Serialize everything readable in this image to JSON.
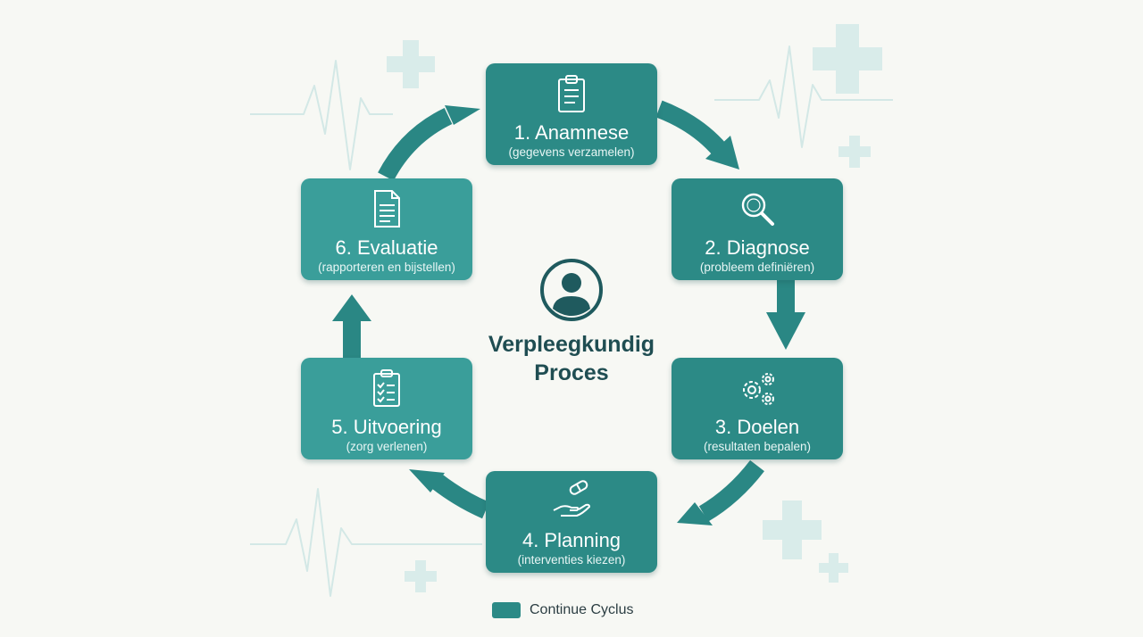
{
  "center": {
    "title_line1": "Verpleegkundig",
    "title_line2": "Proces",
    "icon": "person-circle-icon"
  },
  "steps": [
    {
      "title": "1. Anamnese",
      "subtitle": "(gegevens verzamelen)",
      "icon": "clipboard-icon"
    },
    {
      "title": "2. Diagnose",
      "subtitle": "(probleem definiëren)",
      "icon": "magnifier-icon"
    },
    {
      "title": "3. Doelen",
      "subtitle": "(resultaten bepalen)",
      "icon": "gears-icon"
    },
    {
      "title": "4. Planning",
      "subtitle": "(interventies kiezen)",
      "icon": "hand-pill-icon"
    },
    {
      "title": "5. Uitvoering",
      "subtitle": "(zorg verlenen)",
      "icon": "checklist-icon"
    },
    {
      "title": "6. Evaluatie",
      "subtitle": "(rapporteren en bijstellen)",
      "icon": "document-icon"
    }
  ],
  "legend": {
    "label": "Continue Cyclus"
  },
  "colors": {
    "box": "#3a9e9a",
    "box_dark": "#2c8a86",
    "arrow": "#2a8784",
    "text_dark": "#1f4d52",
    "background": "#f7f8f4"
  }
}
